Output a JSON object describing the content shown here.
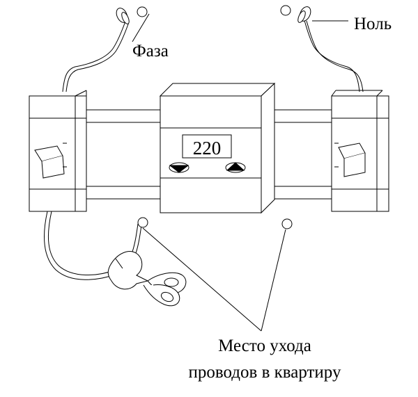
{
  "labels": {
    "phase": "Фаза",
    "neutral": "Ноль",
    "exit_line1": "Место ухода",
    "exit_line2": "проводов в квартиру"
  },
  "relay": {
    "display_value": "220",
    "down_button_icon": "triangle-down-icon",
    "up_button_icon": "triangle-up-icon"
  },
  "colors": {
    "stroke": "#000000",
    "fill": "#ffffff"
  }
}
